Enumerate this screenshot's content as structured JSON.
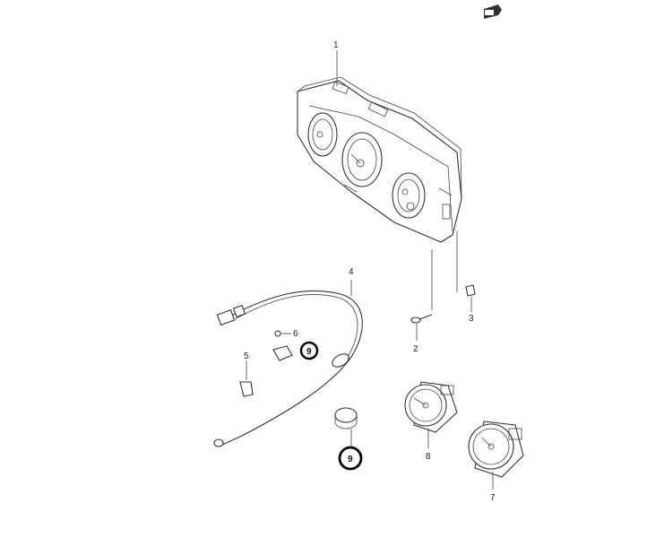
{
  "callouts": {
    "c1": "1",
    "c2": "2",
    "c3": "3",
    "c4": "4",
    "c5": "5",
    "c6": "6",
    "c7": "7",
    "c8": "8",
    "c9a": "9",
    "c9b": "9"
  },
  "direction_marker": {
    "icon": "direction-arrow-icon"
  },
  "colors": {
    "line": "#333333",
    "background": "#ffffff",
    "highlight_circle": "#000000"
  }
}
